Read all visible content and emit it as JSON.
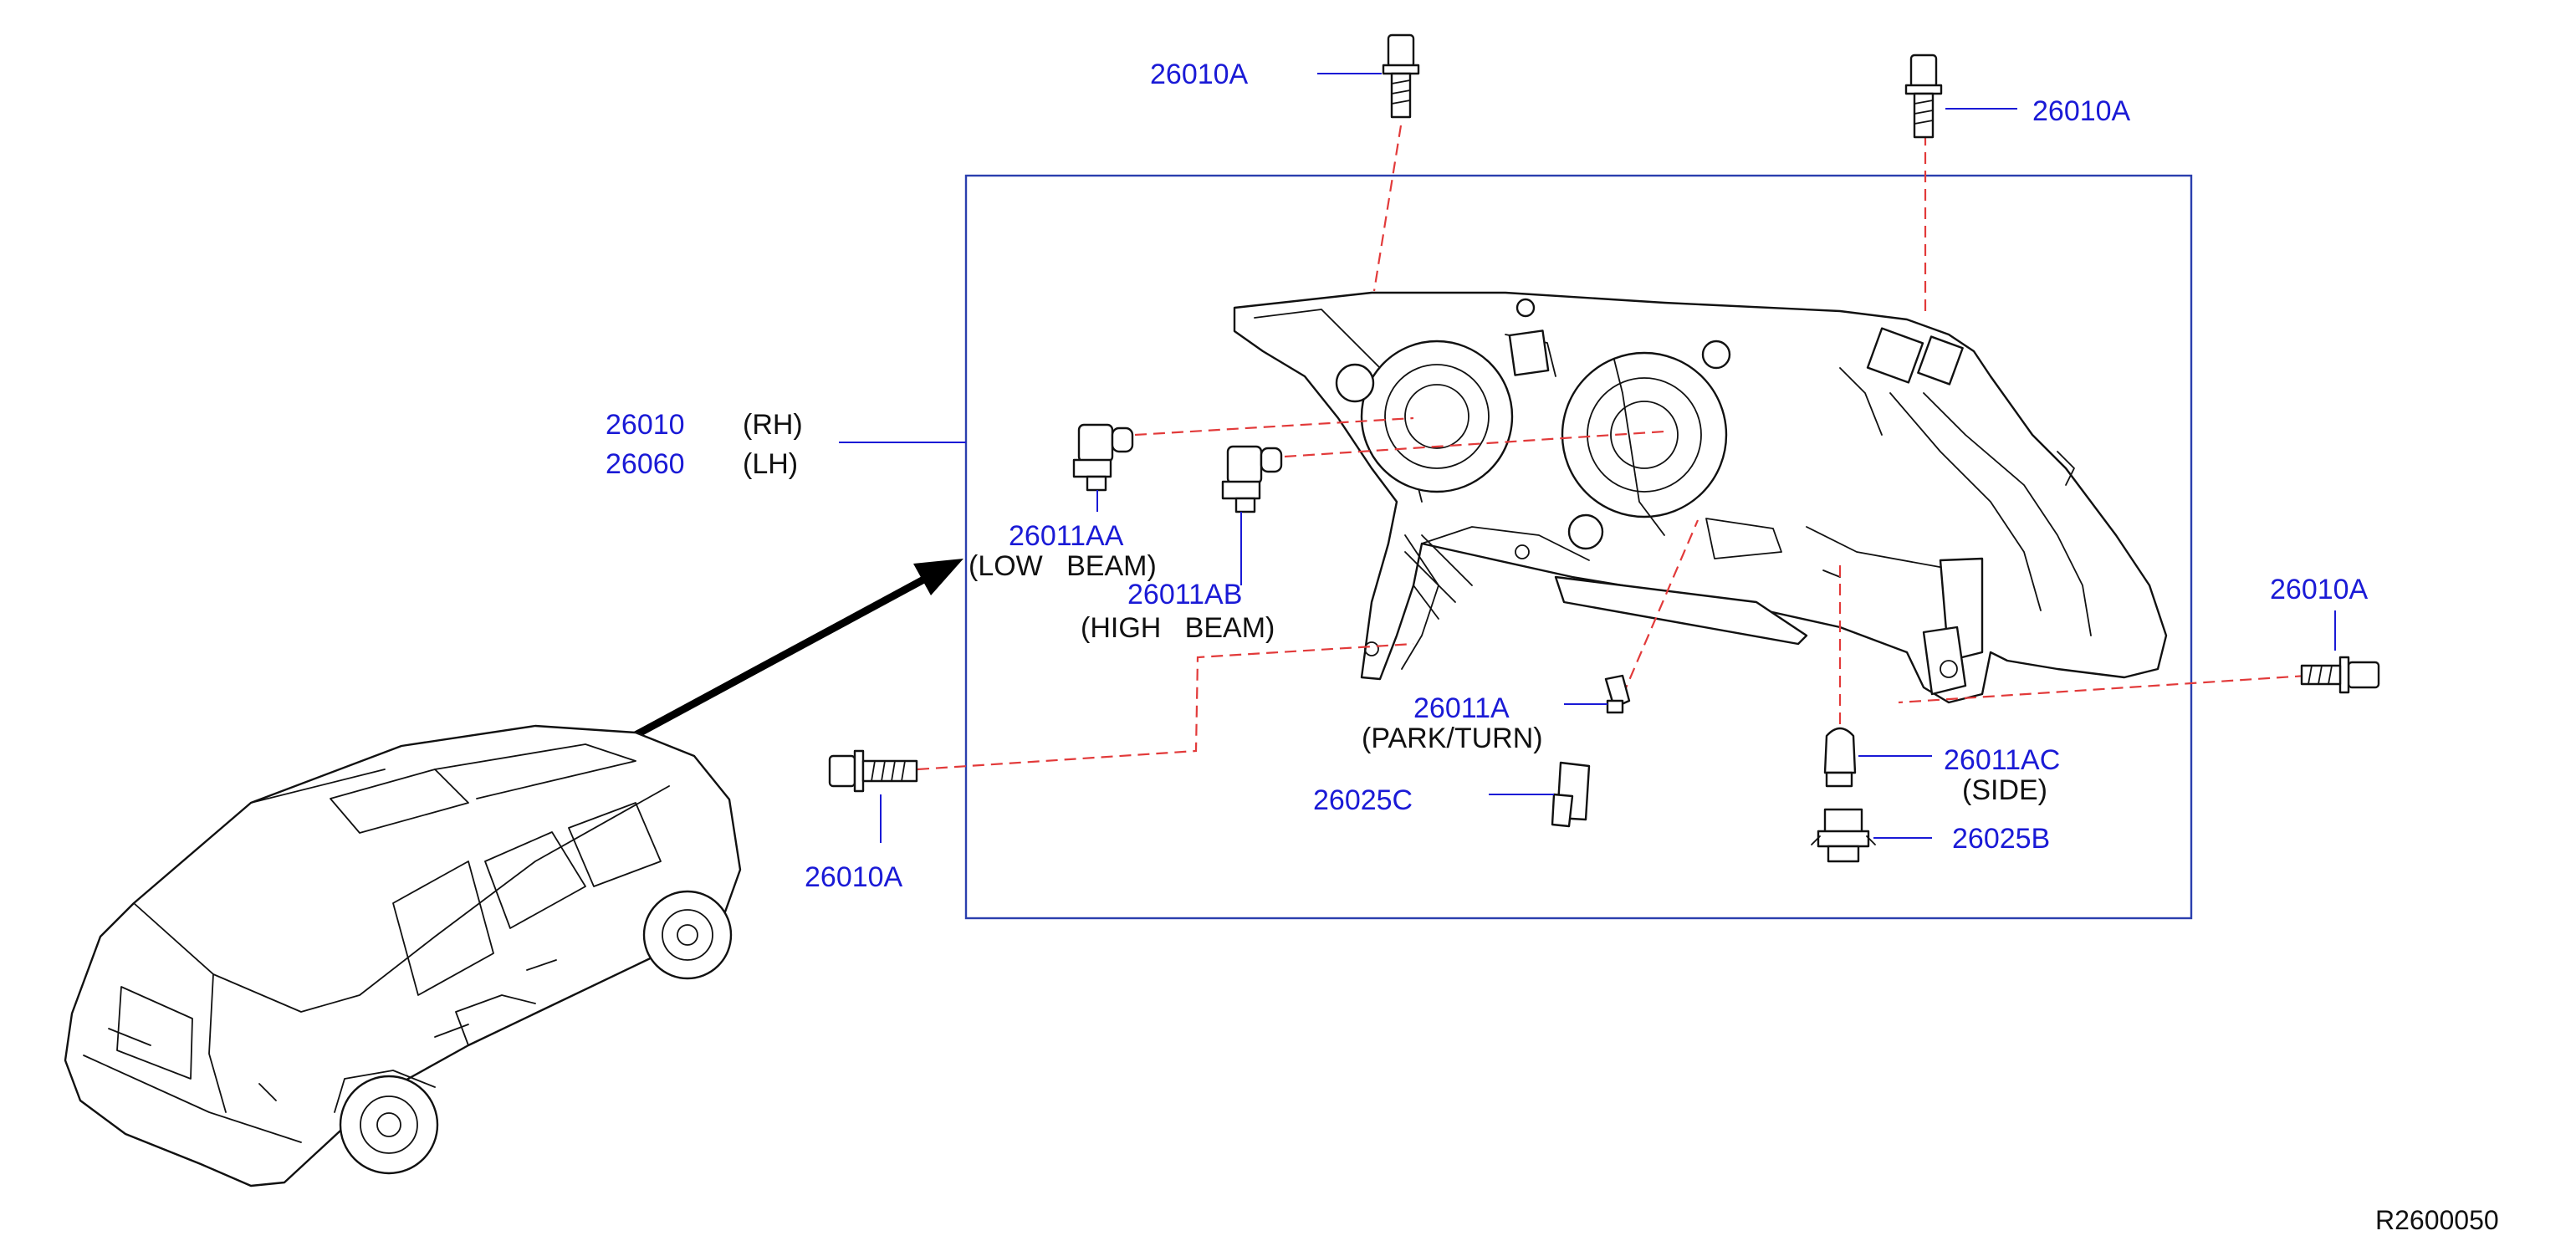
{
  "labels": {
    "assembly_rh_pn": "26010",
    "assembly_rh_note": "(RH)",
    "assembly_lh_pn": "26060",
    "assembly_lh_note": "(LH)",
    "bolt_top_left": "26010A",
    "bolt_top_right": "26010A",
    "bolt_right": "26010A",
    "bolt_bottom_left": "26010A",
    "low_beam_pn": "26011AA",
    "low_beam_note": "(LOW   BEAM)",
    "high_beam_pn": "26011AB",
    "high_beam_note": "(HIGH   BEAM)",
    "park_turn_pn": "26011A",
    "park_turn_note": "(PARK/TURN)",
    "side_pn": "26011AC",
    "side_note": "(SIDE)",
    "socket_c_pn": "26025C",
    "socket_b_pn": "26025B"
  },
  "reference_code": "R2600050",
  "colors": {
    "part_number_text": "#1a1ad6",
    "leader_line": "#1a1ad6",
    "installation_dash": "#e23a3a",
    "frame": "#2b3fae",
    "drawing": "#111111"
  }
}
